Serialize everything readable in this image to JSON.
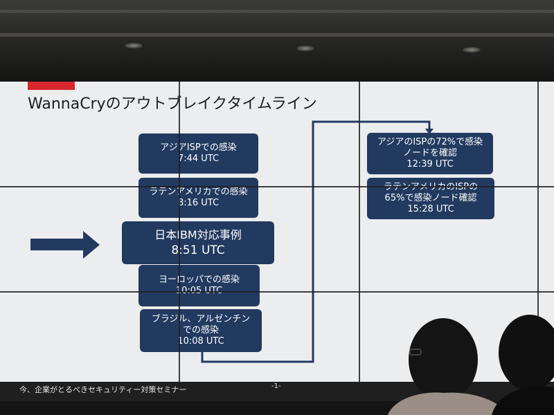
{
  "slide": {
    "title": "WannaCryのアウトブレイクタイムライン",
    "footer": "今、企業がとるべきセキュリティー対策セミナー",
    "page_number": "-1-",
    "accent_color": "#d8262e",
    "box_color": "#223a60"
  },
  "timeline_left": [
    {
      "line1": "アジアISPでの感染",
      "line2": "7:44 UTC"
    },
    {
      "line1": "ラテンアメリカでの感染",
      "line2": "8:16 UTC"
    },
    {
      "line1": "日本IBM対応事例",
      "line2": "8:51 UTC"
    },
    {
      "line1": "ヨーロッパでの感染",
      "line2": "10:05 UTC"
    },
    {
      "line1": "ブラジル、アルゼンチン",
      "line2": "での感染",
      "line3": "10:08 UTC"
    }
  ],
  "timeline_right": [
    {
      "line1": "アジアのISPの72%で感染",
      "line2": "ノードを確認",
      "line3": "12:39 UTC"
    },
    {
      "line1": "ラテンアメリカのISPの",
      "line2": "65%で感染ノード確認",
      "line3": "15:28 UTC"
    }
  ],
  "icons": {
    "pointer": "right-arrow-icon"
  }
}
